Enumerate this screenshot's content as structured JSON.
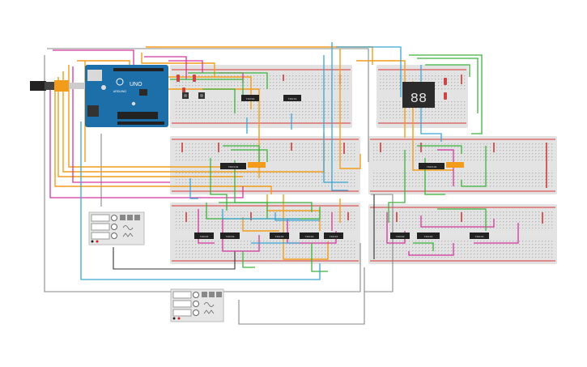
{
  "arduino": {
    "brand_text": "UNO",
    "made_text": "ARDUINO",
    "icon": "arduino-board-icon"
  },
  "chips": [
    {
      "id": "chip-top-1",
      "label": "74HC08"
    },
    {
      "id": "chip-top-2",
      "label": "74HC32"
    },
    {
      "id": "chip-mid-1",
      "label": "74HC148"
    },
    {
      "id": "chip-mid-2",
      "label": "74HC148"
    },
    {
      "id": "chip-bl-1",
      "label": "74HC04"
    },
    {
      "id": "chip-bl-2",
      "label": "74HC08"
    },
    {
      "id": "chip-bl-3",
      "label": "74HC32"
    },
    {
      "id": "chip-bl-4",
      "label": "74HC86"
    },
    {
      "id": "chip-bl-5",
      "label": "74HC04"
    },
    {
      "id": "chip-br-1",
      "label": "74HC08"
    },
    {
      "id": "chip-br-2",
      "label": "74HC86"
    },
    {
      "id": "chip-br-3",
      "label": "74HC32"
    }
  ],
  "seven_segment": {
    "digits": "88",
    "icon": "seven-segment-display-icon"
  },
  "function_generators": [
    {
      "icon": "function-generator-icon"
    },
    {
      "icon": "function-generator-icon"
    }
  ],
  "colors": {
    "breadboard": "#e3e3e3",
    "board_blue": "#1c6fa8",
    "wire_orange": "#f39c1b",
    "wire_green": "#3cb33c",
    "wire_magenta": "#d5359f",
    "wire_blue": "#3aa6d6",
    "wire_gray": "#888888",
    "wire_black": "#333333",
    "rail_red": "#d33",
    "chip": "#222222"
  }
}
